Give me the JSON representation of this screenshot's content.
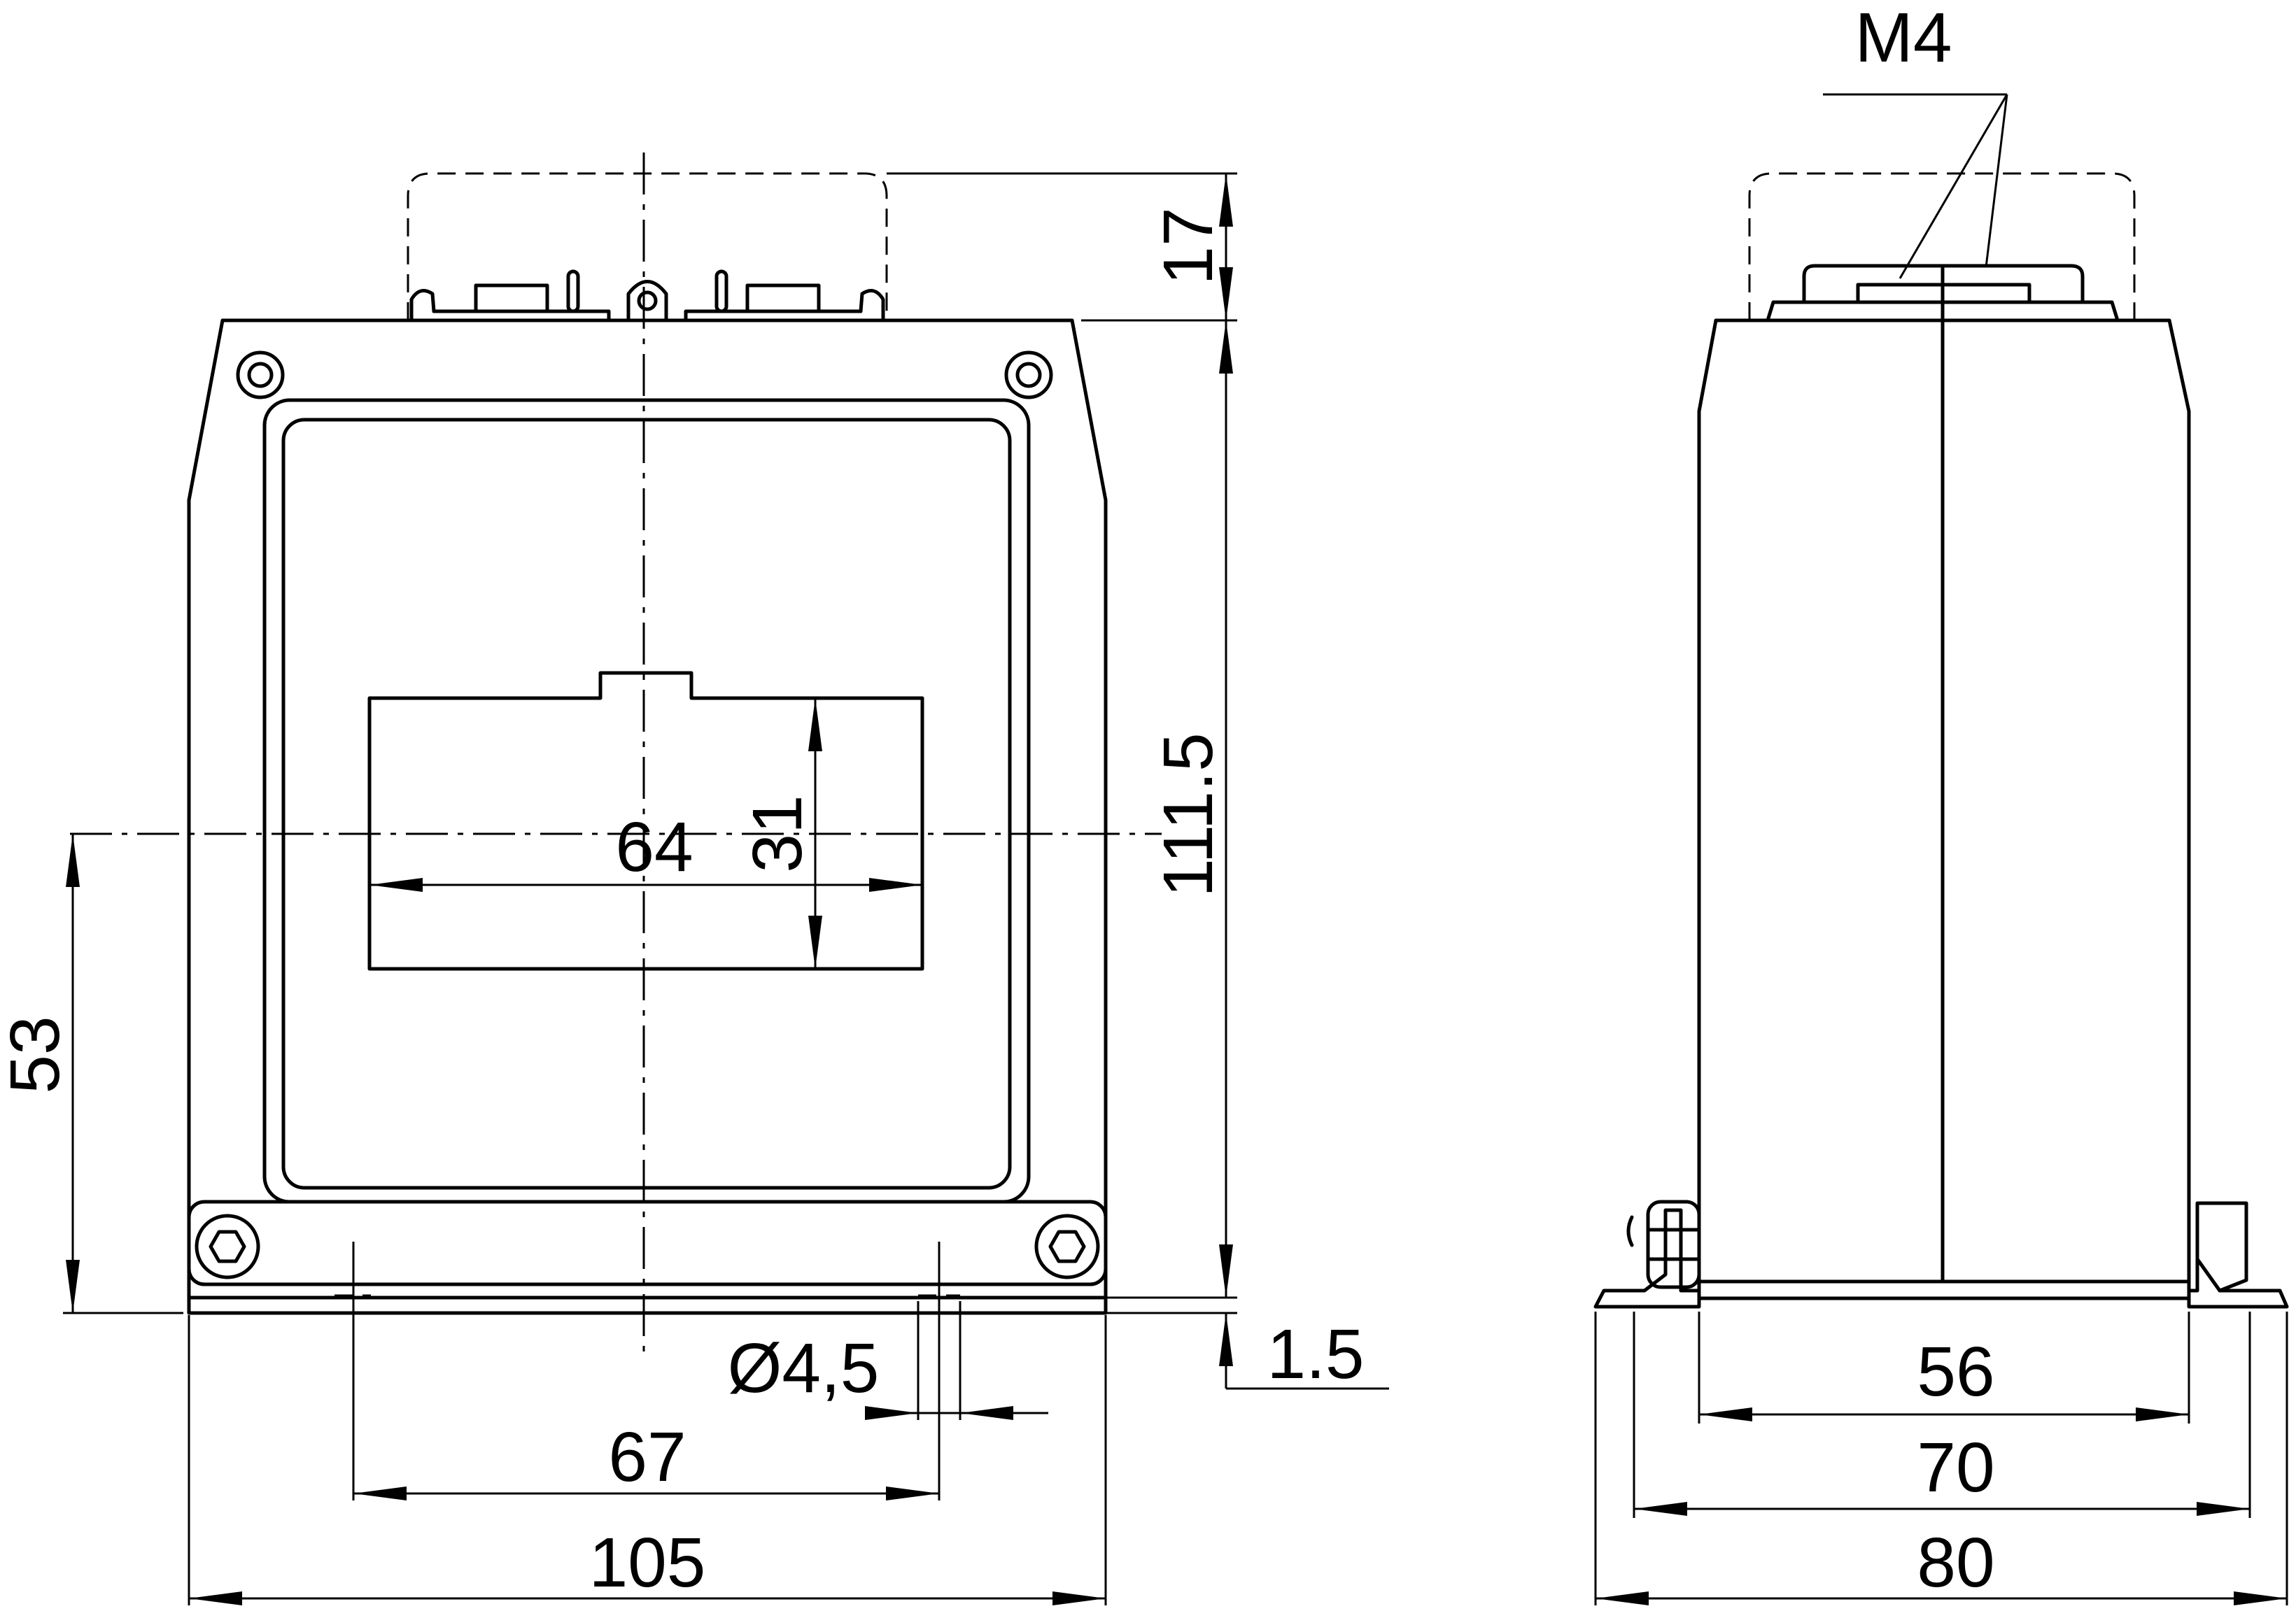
{
  "labels": {
    "thread": "M4",
    "height_terminal": "17",
    "height_total": "111.5",
    "height_axis": "53",
    "window_width": "64",
    "window_height": "31",
    "base_thickness": "1.5",
    "hole_diameter": "Ø4,5",
    "hole_spacing": "67",
    "overall_width": "105",
    "side_inner": "56",
    "side_mount": "70",
    "side_overall": "80"
  },
  "colors": {
    "line": "#000000",
    "background": "#ffffff"
  }
}
